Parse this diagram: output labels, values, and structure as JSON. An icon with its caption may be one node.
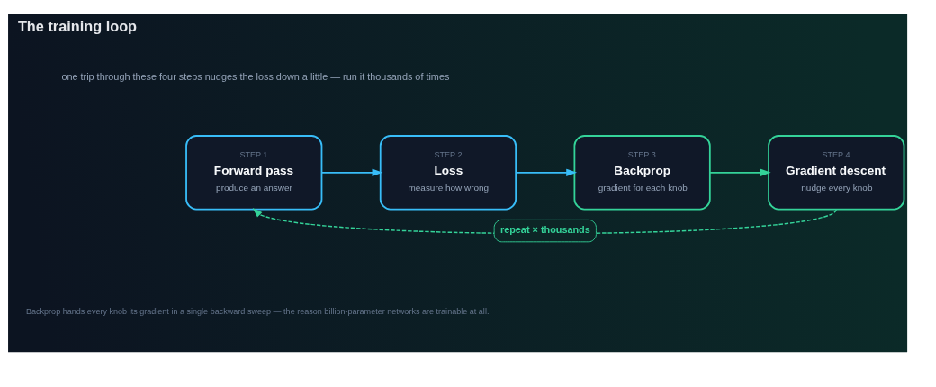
{
  "diagram": {
    "title": "The training loop",
    "caption": "Backprop hands every knob its gradient in a single backward sweep — the reason billion-parameter networks are trainable at all.",
    "nodes": [
      {
        "text": [
          "STEP 1",
          "Forward pass",
          "produce an answer"
        ]
      },
      {
        "text": [
          "STEP 2",
          "Loss",
          "measure how wrong"
        ]
      },
      {
        "text": [
          "STEP 3",
          "Backprop",
          "gradient for each knob"
        ]
      },
      {
        "text": [
          "STEP 4",
          "Gradient descent",
          "nudge every knob"
        ]
      }
    ],
    "edges": [
      {
        "from": 0,
        "to": 1,
        "arrow": "to",
        "color": "#38bdf8"
      },
      {
        "from": 1,
        "to": 2,
        "arrow": "to",
        "color": "#38bdf8"
      },
      {
        "from": 2,
        "to": 3,
        "arrow": "to",
        "color": "#34d399"
      },
      {
        "from": 3,
        "to": 0,
        "arrow": "to",
        "label": "repeat × thousands",
        "style": "dashed",
        "color": "#34d399"
      }
    ],
    "labels": [
      "one trip through these four steps nudges the loss down a little — run it thousands of times"
    ]
  }
}
